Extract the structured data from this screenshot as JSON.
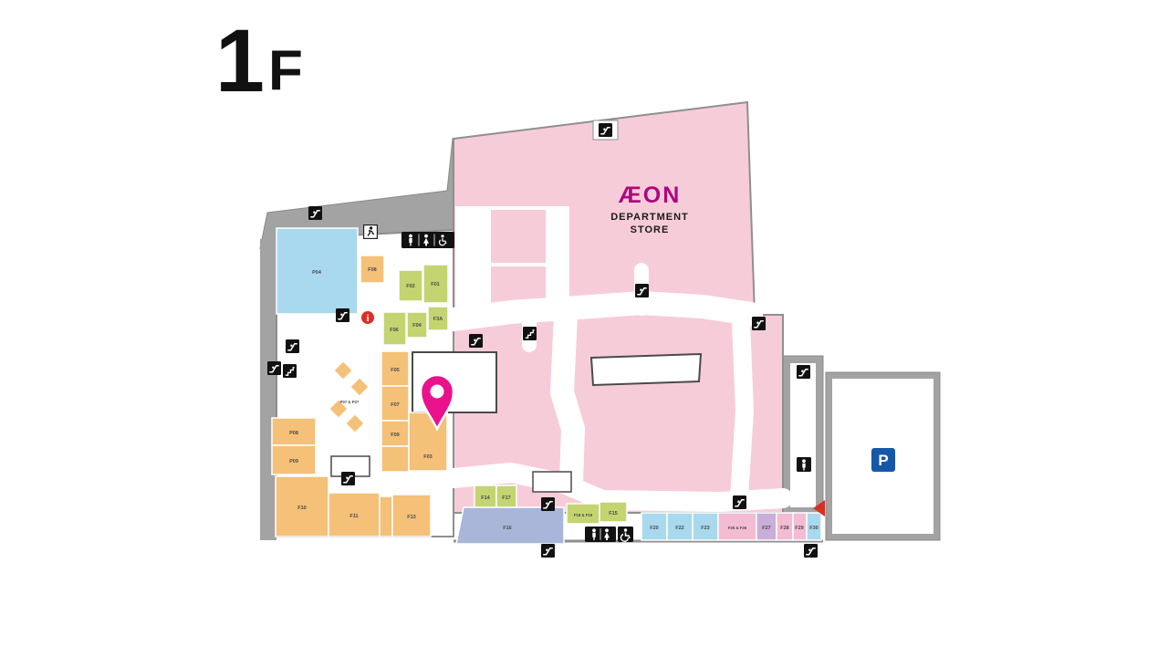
{
  "title": {
    "number": "1",
    "letter": "F"
  },
  "aeon": {
    "logo": "ÆON",
    "line1": "DEPARTMENT",
    "line2": "STORE"
  },
  "parking_label": "P",
  "info_label": "i",
  "rooms": {
    "p04": "P04",
    "f08": "F08",
    "f01": "F01",
    "f02": "F02",
    "f06": "F06",
    "f04": "F04",
    "f3a": "F3A",
    "f05": "F05",
    "f07": "F07",
    "f09": "F09",
    "f03": "F03",
    "p07_27": "P07 & P27",
    "p08": "P08",
    "p09": "P09",
    "f10": "F10",
    "f11": "F11",
    "f13": "F13",
    "f14": "F14",
    "f17": "F17",
    "f16": "F16",
    "f18_19": "F18 & F19",
    "f15": "F15",
    "f20": "F20",
    "f22": "F22",
    "f23": "F23",
    "f25_26": "F25 & F26",
    "f27": "F27",
    "f28": "F28",
    "f29": "F29",
    "f30": "F30"
  },
  "icons": {
    "escalator": "escalator-icon",
    "stairs": "stairs-icon",
    "restroom": "restroom-icon",
    "wheelchair": "wheelchair-accessible-icon",
    "exit": "exit-icon",
    "information": "information-icon",
    "parking": "parking-icon",
    "location_pin": "location-pin-icon",
    "entrance_arrow": "entrance-arrow-icon"
  },
  "palette": {
    "aeon_pink": "#f7ccd9",
    "aeon_magenta": "#b0067f",
    "pin_magenta": "#e9118c",
    "shop_orange": "#f5c078",
    "shop_green": "#c3d471",
    "shop_blue": "#a9d9ee",
    "shop_lavender": "#a9b6d9",
    "shop_purple": "#c9aed9",
    "shop_rose": "#f3bcd2",
    "structure_gray": "#a3a3a3",
    "parking_blue": "#1558a7",
    "alert_red": "#d93025"
  }
}
